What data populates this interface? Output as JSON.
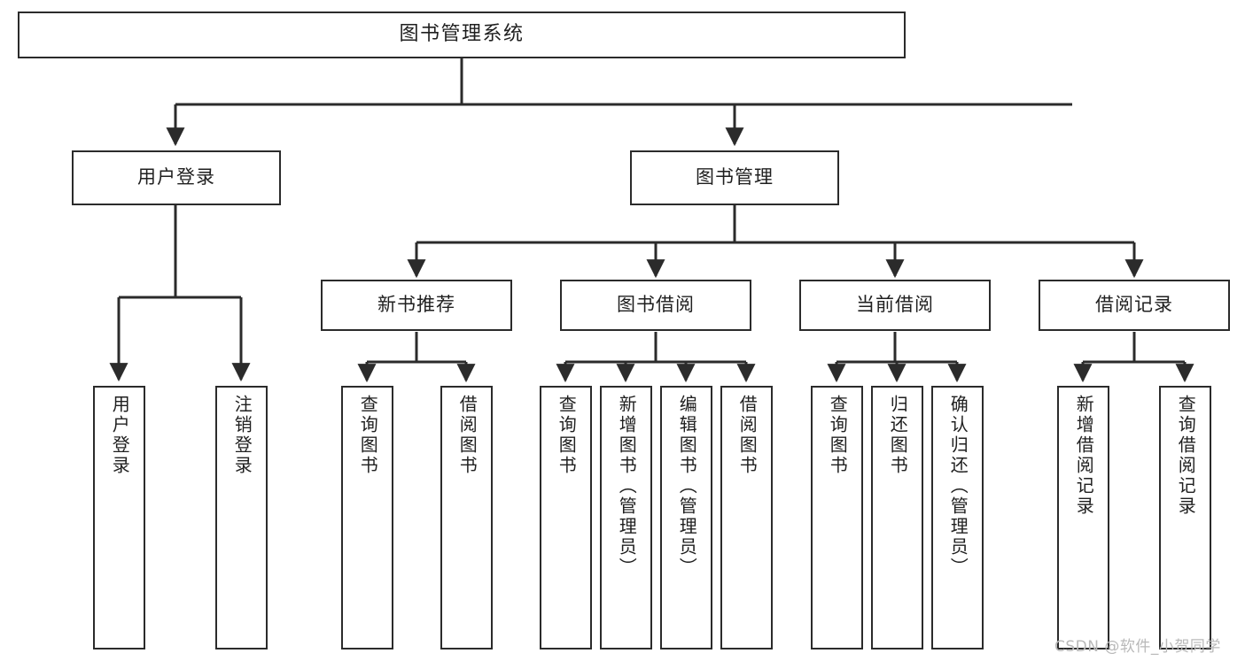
{
  "diagram": {
    "title": "图书管理系统",
    "type": "tree-hierarchy",
    "root": {
      "label": "图书管理系统"
    },
    "level2": [
      {
        "id": "user-login",
        "label": "用户登录"
      },
      {
        "id": "book-management",
        "label": "图书管理"
      }
    ],
    "level3": [
      {
        "id": "new-book-recommend",
        "label": "新书推荐",
        "parent": "book-management"
      },
      {
        "id": "book-borrow",
        "label": "图书借阅",
        "parent": "book-management"
      },
      {
        "id": "current-borrow",
        "label": "当前借阅",
        "parent": "book-management"
      },
      {
        "id": "borrow-record",
        "label": "借阅记录",
        "parent": "book-management"
      }
    ],
    "leaves": [
      {
        "id": "leaf-user-login",
        "label": "用户登录",
        "parent": "user-login"
      },
      {
        "id": "leaf-logout-login",
        "label": "注销登录",
        "parent": "user-login"
      },
      {
        "id": "leaf-query-book-1",
        "label": "查询图书",
        "parent": "new-book-recommend"
      },
      {
        "id": "leaf-borrow-book-1",
        "label": "借阅图书",
        "parent": "new-book-recommend"
      },
      {
        "id": "leaf-query-book-2",
        "label": "查询图书",
        "parent": "book-borrow"
      },
      {
        "id": "leaf-add-book",
        "label": "新增图书（管理员）",
        "parent": "book-borrow"
      },
      {
        "id": "leaf-edit-book",
        "label": "编辑图书（管理员）",
        "parent": "book-borrow"
      },
      {
        "id": "leaf-borrow-book-2",
        "label": "借阅图书",
        "parent": "book-borrow"
      },
      {
        "id": "leaf-query-book-3",
        "label": "查询图书",
        "parent": "current-borrow"
      },
      {
        "id": "leaf-return-book",
        "label": "归还图书",
        "parent": "current-borrow"
      },
      {
        "id": "leaf-confirm-return",
        "label": "确认归还（管理员）",
        "parent": "current-borrow"
      },
      {
        "id": "leaf-add-record",
        "label": "新增借阅记录",
        "parent": "borrow-record"
      },
      {
        "id": "leaf-query-record",
        "label": "查询借阅记录",
        "parent": "borrow-record"
      }
    ],
    "watermark": "CSDN @软件_小贺同学",
    "colors": {
      "stroke": "#2b2b2b",
      "fill": "#ffffff",
      "text": "#1f1f1f",
      "watermark": "#b9b9b9"
    }
  }
}
